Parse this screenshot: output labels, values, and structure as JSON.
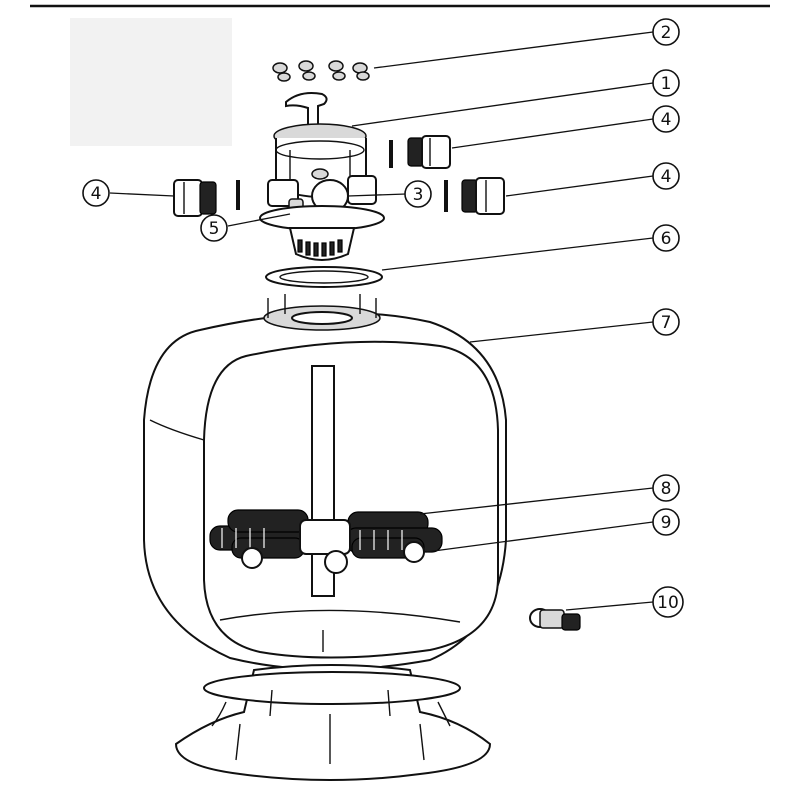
{
  "callouts": [
    {
      "id": "c2",
      "label": "2"
    },
    {
      "id": "c1",
      "label": "1"
    },
    {
      "id": "c4a",
      "label": "4"
    },
    {
      "id": "c4b",
      "label": "4"
    },
    {
      "id": "c4c",
      "label": "4"
    },
    {
      "id": "c3",
      "label": "3"
    },
    {
      "id": "c5",
      "label": "5"
    },
    {
      "id": "c6",
      "label": "6"
    },
    {
      "id": "c7",
      "label": "7"
    },
    {
      "id": "c8",
      "label": "8"
    },
    {
      "id": "c9",
      "label": "9"
    },
    {
      "id": "c10",
      "label": "10"
    }
  ]
}
